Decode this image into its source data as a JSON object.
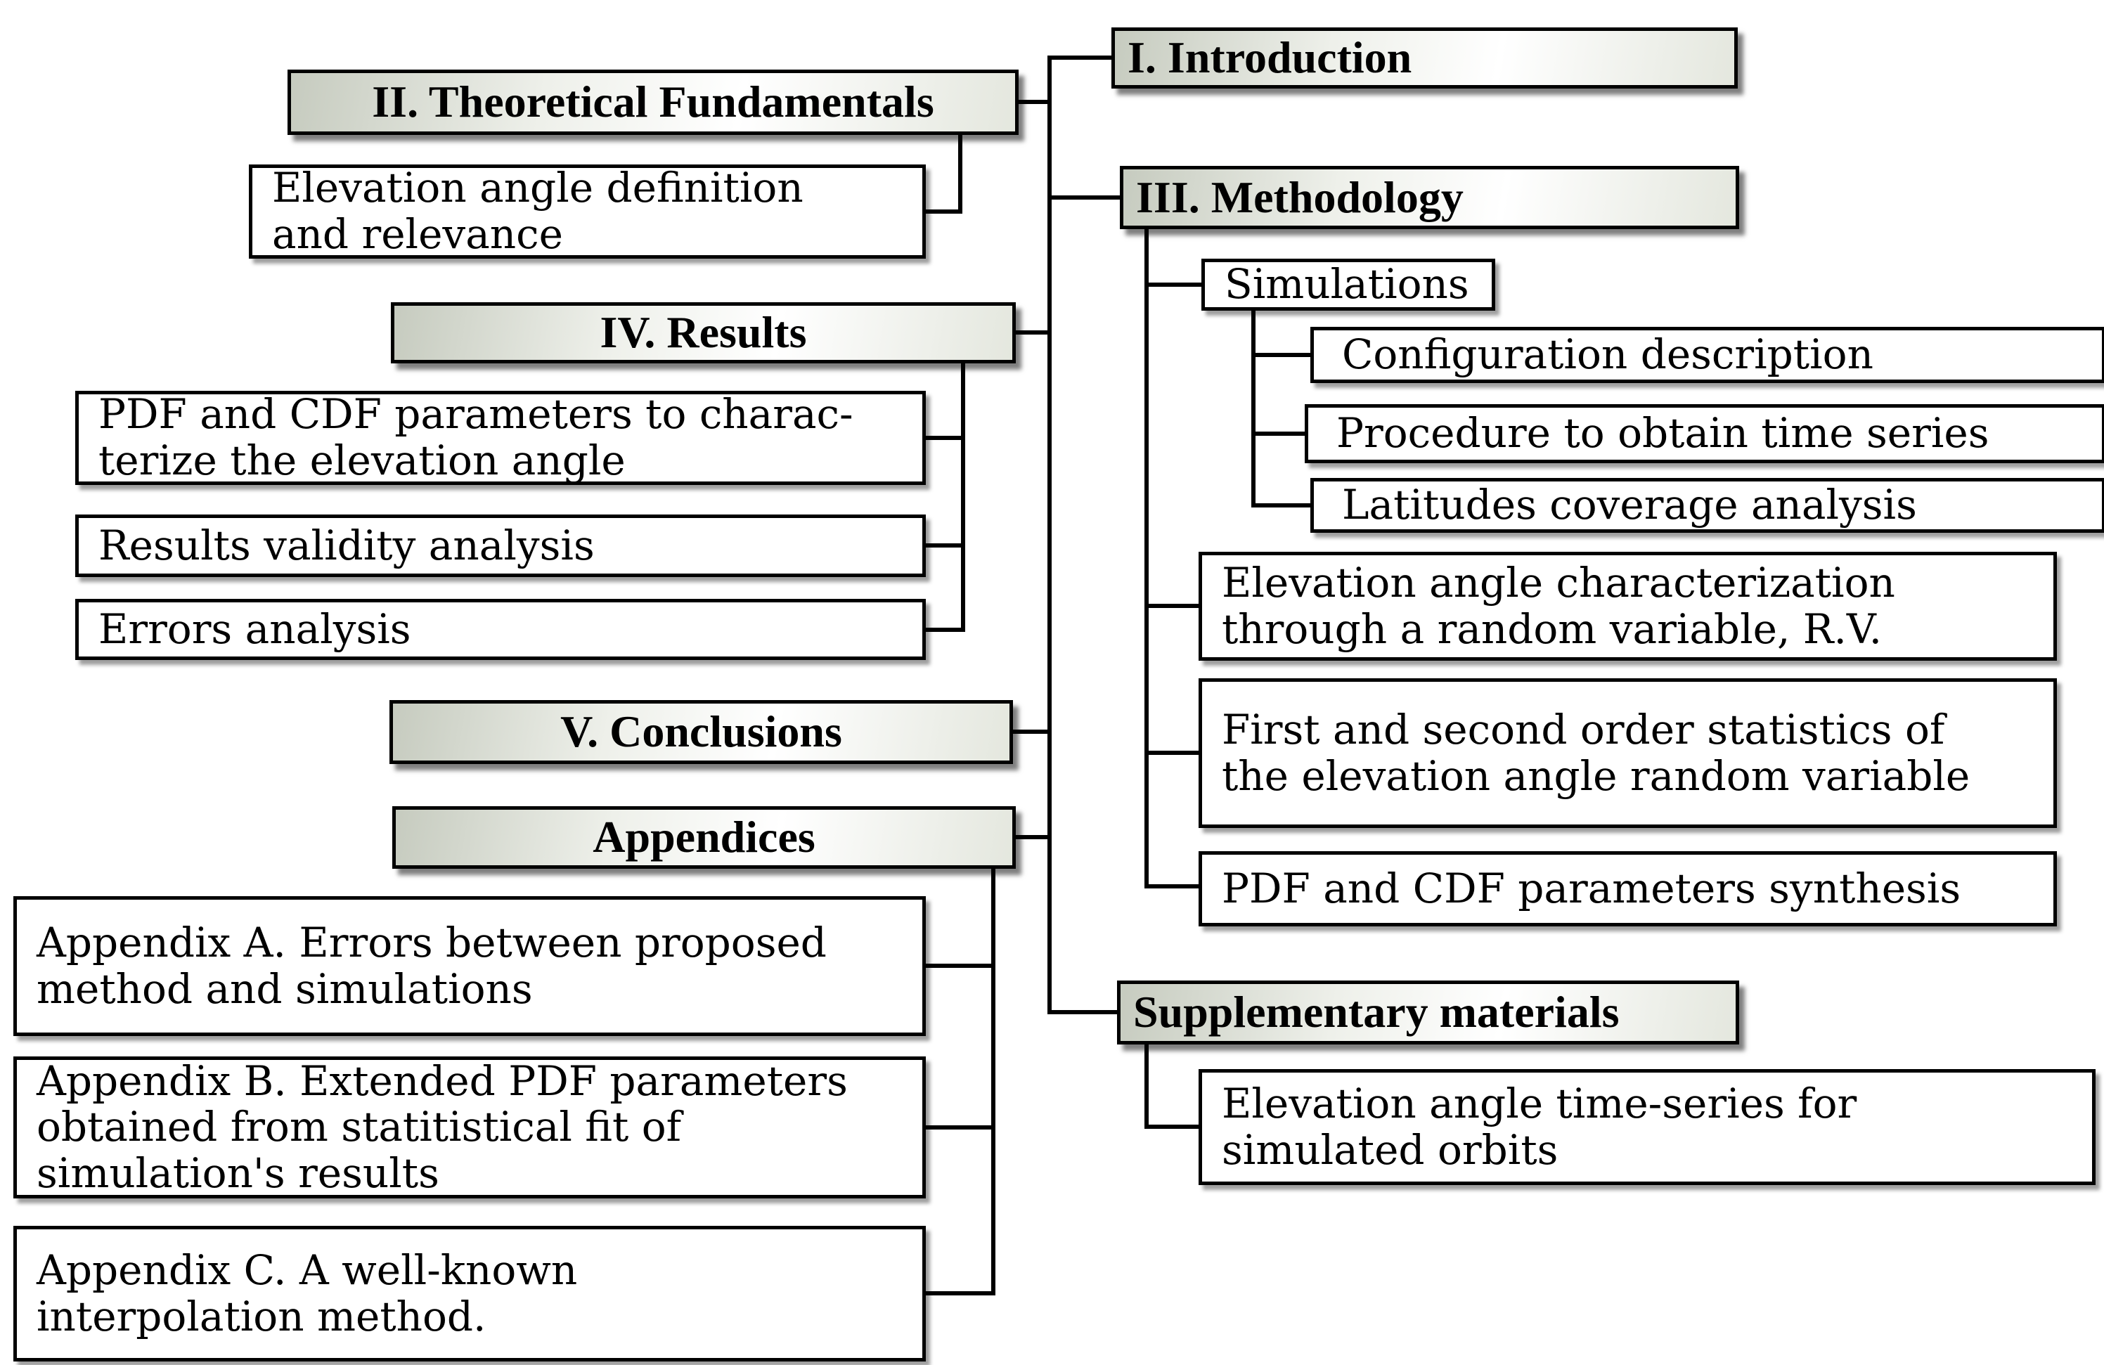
{
  "diagram": {
    "description": "Paper structure flowchart",
    "colors": {
      "background": "#ffffff",
      "box_border": "#000000",
      "connector_line": "#000000",
      "text": "#000000",
      "header_fill_dark": "#c6cbbf",
      "header_fill_light": "#ffffff",
      "child_fill": "#ffffff"
    },
    "nodes": {
      "intro": {
        "lines": [
          "I. Introduction"
        ]
      },
      "theoretical": {
        "lines": [
          "II. Theoretical Fundamentals"
        ]
      },
      "elev_def": {
        "lines": [
          "Elevation angle definition",
          "and relevance"
        ]
      },
      "methodology": {
        "lines": [
          "III. Methodology"
        ]
      },
      "simulations": {
        "lines": [
          "Simulations"
        ]
      },
      "config": {
        "lines": [
          "Configuration description"
        ]
      },
      "procedure": {
        "lines": [
          "Procedure to obtain time series"
        ]
      },
      "latitudes": {
        "lines": [
          "Latitudes coverage analysis"
        ]
      },
      "elev_char": {
        "lines": [
          "Elevation angle characterization",
          "through a random variable, R.V."
        ]
      },
      "first_second": {
        "lines": [
          "First and second order statistics of",
          "the elevation angle random variable"
        ]
      },
      "pdf_synthesis": {
        "lines": [
          "PDF and CDF parameters synthesis"
        ]
      },
      "results": {
        "lines": [
          "IV. Results"
        ]
      },
      "pdf_cdf_char": {
        "lines": [
          "PDF and CDF parameters to charac-",
          "terize the elevation angle"
        ]
      },
      "results_validity": {
        "lines": [
          "Results validity analysis"
        ]
      },
      "errors": {
        "lines": [
          "Errors analysis"
        ]
      },
      "conclusions": {
        "lines": [
          "V. Conclusions"
        ]
      },
      "appendices": {
        "lines": [
          "Appendices"
        ]
      },
      "app_a": {
        "lines": [
          "Appendix A. Errors between proposed",
          "method and simulations"
        ]
      },
      "app_b": {
        "lines": [
          "Appendix B. Extended PDF parameters",
          "obtained from statitistical fit of",
          "simulation's results"
        ]
      },
      "app_c": {
        "lines": [
          "Appendix C. A well-known",
          "interpolation method."
        ]
      },
      "supplementary": {
        "lines": [
          "Supplementary materials"
        ]
      },
      "elev_time": {
        "lines": [
          "Elevation angle time-series for",
          "simulated orbits"
        ]
      }
    }
  }
}
